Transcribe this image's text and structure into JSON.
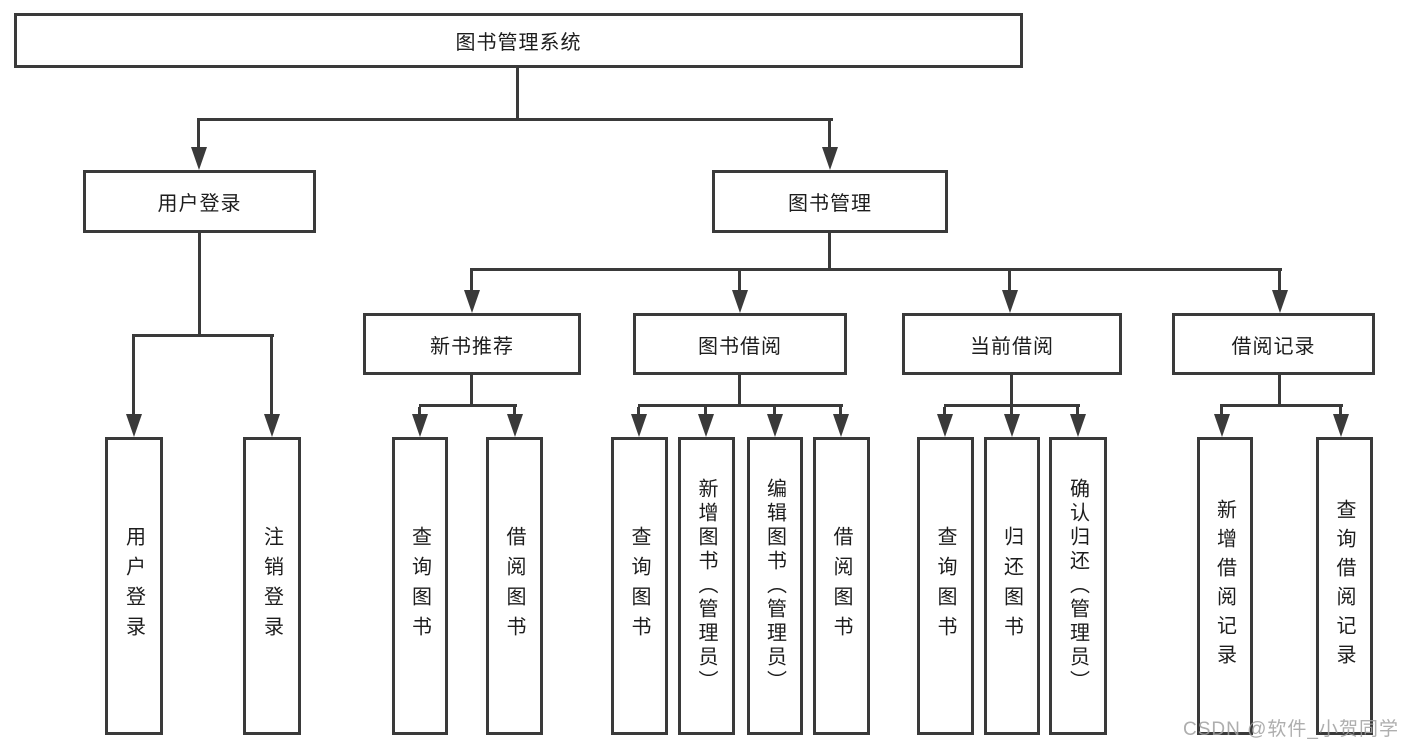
{
  "nodes": {
    "root": "图书管理系统",
    "user_login": "用户登录",
    "book_management": "图书管理",
    "new_book_recommend": "新书推荐",
    "book_borrow": "图书借阅",
    "current_borrow": "当前借阅",
    "borrow_record": "借阅记录"
  },
  "leaves": [
    "用户登录",
    "注销登录",
    "查询图书",
    "借阅图书",
    "查询图书",
    "新增图书（管理员）",
    "编辑图书（管理员）",
    "借阅图书",
    "查询图书",
    "归还图书",
    "确认归还（管理员）",
    "新增借阅记录",
    "查询借阅记录"
  ],
  "watermark": "CSDN @软件_小贺同学",
  "colors": {
    "line": "#3a3a3a",
    "text": "#1d1d1d",
    "box_fill": "#ffffff",
    "background": "#ffffff",
    "watermark": "#a0a0a0"
  }
}
